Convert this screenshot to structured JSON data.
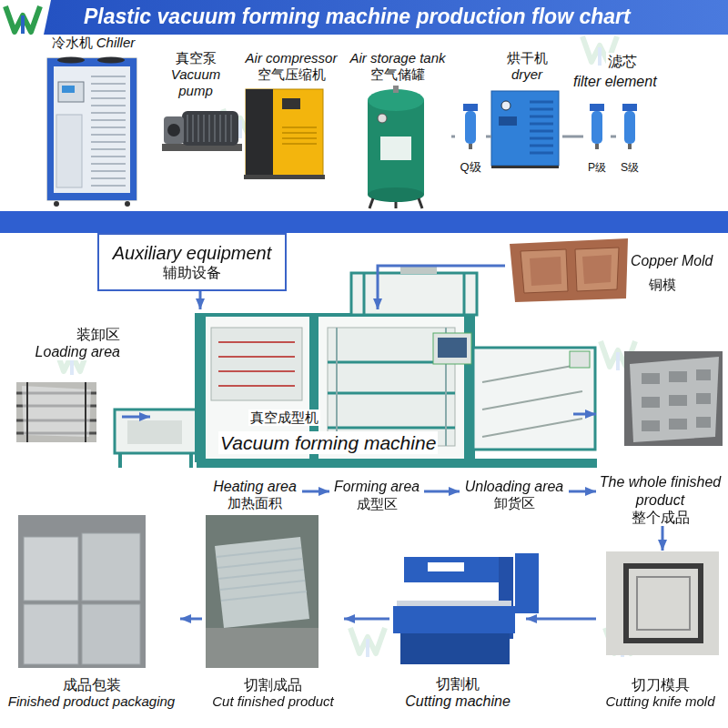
{
  "diagram": {
    "title": "Plastic vacuum forming machine production flow chart",
    "nodes": [
      {
        "text": [
          "冷水机",
          "Chiller"
        ]
      },
      {
        "text": [
          "真空泵",
          "Vacuum pump"
        ]
      },
      {
        "text": [
          "Air compressor",
          "空气压缩机"
        ]
      },
      {
        "text": [
          "Air storage tank",
          "空气储罐"
        ]
      },
      {
        "text": [
          "Q级"
        ]
      },
      {
        "text": [
          "烘干机",
          "dryer"
        ]
      },
      {
        "text": [
          "P级"
        ]
      },
      {
        "text": [
          "S级"
        ]
      },
      {
        "text": [
          "Auxiliary equipment",
          "辅助设备"
        ]
      },
      {
        "text": [
          "真空成型机",
          "Vacuum forming machine"
        ]
      },
      {
        "text": [
          "Copper Mold",
          "铜模"
        ]
      },
      {
        "text": [
          "装卸区",
          "Loading area"
        ]
      },
      {
        "text": [
          "Heating area",
          "加热面积"
        ]
      },
      {
        "text": [
          "Forming area",
          "成型区"
        ]
      },
      {
        "text": [
          "Unloading area",
          "卸货区"
        ]
      },
      {
        "text": [
          "The whole finished product",
          "整个成品"
        ]
      },
      {
        "text": [
          "切刀模具",
          "Cutting knife mold"
        ]
      },
      {
        "text": [
          "切割机",
          "Cutting machine"
        ]
      },
      {
        "text": [
          "切割成品",
          "Cut finished product"
        ]
      },
      {
        "text": [
          "成品包装",
          "Finished product packaging"
        ]
      }
    ],
    "edges": [
      {
        "from": 3,
        "to": 4,
        "arrow": "none"
      },
      {
        "from": 4,
        "to": 5,
        "arrow": "none"
      },
      {
        "from": 5,
        "to": 6,
        "arrow": "none"
      },
      {
        "from": 6,
        "to": 7,
        "arrow": "none"
      },
      {
        "from": 8,
        "to": 9,
        "arrow": "to"
      },
      {
        "from": 10,
        "to": 9,
        "arrow": "to"
      },
      {
        "from": 11,
        "to": 9,
        "arrow": "to"
      },
      {
        "from": 9,
        "to": 15,
        "arrow": "to"
      },
      {
        "from": 12,
        "to": 13,
        "arrow": "to"
      },
      {
        "from": 13,
        "to": 14,
        "arrow": "to"
      },
      {
        "from": 14,
        "to": 15,
        "arrow": "to"
      },
      {
        "from": 15,
        "to": 16,
        "arrow": "to"
      },
      {
        "from": 16,
        "to": 17,
        "arrow": "to"
      },
      {
        "from": 17,
        "to": 18,
        "arrow": "to"
      },
      {
        "from": 18,
        "to": 19,
        "arrow": "to"
      }
    ],
    "labels": [
      "滤芯",
      "filter element"
    ]
  }
}
